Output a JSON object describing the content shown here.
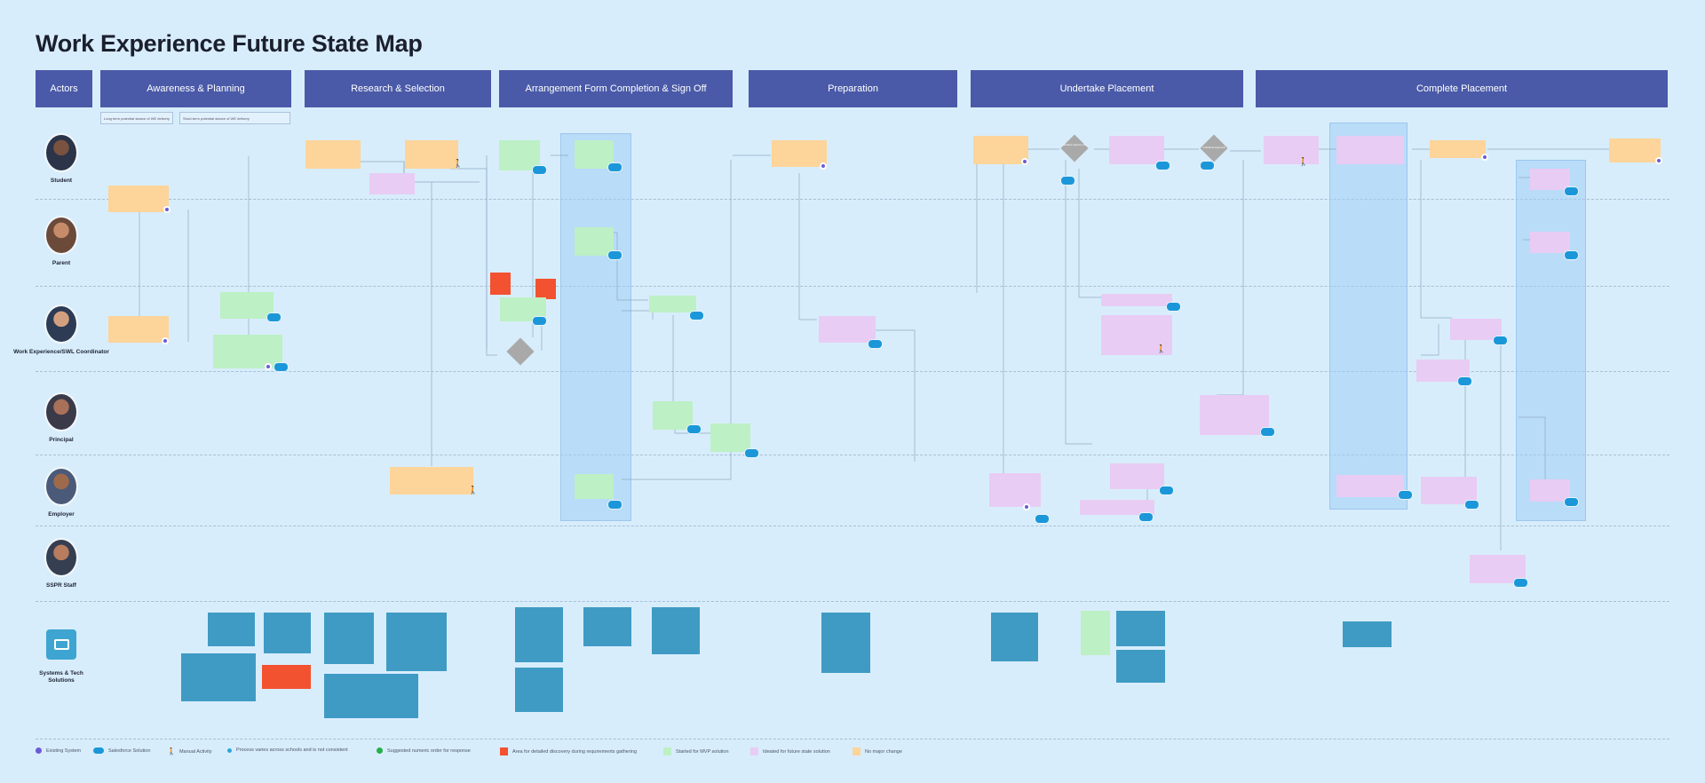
{
  "title": "Work Experience Future State Map",
  "phases": [
    {
      "label": "Actors"
    },
    {
      "label": "Awareness & Planning"
    },
    {
      "label": "Research & Selection"
    },
    {
      "label": "Arrangement Form Completion & Sign Off"
    },
    {
      "label": "Preparation"
    },
    {
      "label": "Undertake Placement"
    },
    {
      "label": "Complete Placement"
    }
  ],
  "subheaders": [
    "Long term potential stance of WE delivery",
    "Short-term potential stance of WE delivery"
  ],
  "actors": [
    {
      "name": "Student",
      "skin": "#7a5240",
      "shirt": "#2b3448"
    },
    {
      "name": "Parent",
      "skin": "#c68c6a",
      "shirt": "#6b4a3a"
    },
    {
      "name": "Work Experience/SWL Coordinator",
      "skin": "#d3a07f",
      "shirt": "#2d3b55"
    },
    {
      "name": "Principal",
      "skin": "#a9705a",
      "shirt": "#3a3a48"
    },
    {
      "name": "Employer",
      "skin": "#9e6a4c",
      "shirt": "#4b5a78"
    },
    {
      "name": "SSPR Staff",
      "skin": "#b77d5e",
      "shirt": "#363e52"
    }
  ],
  "systems_label": "Systems & Tech Solutions",
  "diamonds": [
    "Student selects role",
    "Individual Approval"
  ],
  "legend": [
    {
      "label": "Existing System",
      "kind": "existing"
    },
    {
      "label": "Salesforce Solution",
      "kind": "salesforce"
    },
    {
      "label": "Manual Activity",
      "kind": "manual"
    },
    {
      "label": "Process varies across schools and is not consistent",
      "kind": "varies"
    },
    {
      "label": "Suggested numeric order for response",
      "kind": "suggested"
    },
    {
      "label": "Area for detailed discovery during requirements gathering",
      "kind": "red",
      "color": "#f2522f"
    },
    {
      "label": "Started for MVP solution",
      "kind": "green",
      "color": "#bdf0c5"
    },
    {
      "label": "Ideated for future state solution",
      "kind": "purple",
      "color": "#e8ccf4"
    },
    {
      "label": "No major change",
      "kind": "orange",
      "color": "#fdd49a"
    }
  ]
}
